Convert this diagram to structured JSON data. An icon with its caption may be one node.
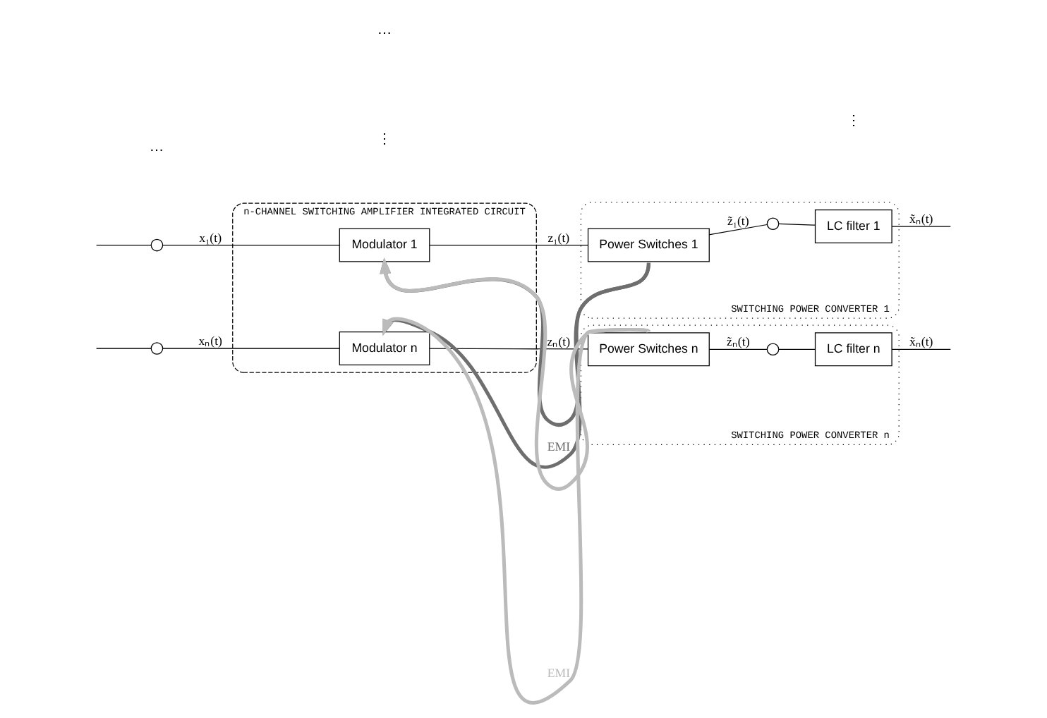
{
  "diagram": {
    "nodes": [
      {
        "text": [
          "n-CHANNEL SWITCHING AMPLIFIER INTEGRATED CIRCUIT"
        ]
      },
      {
        "text": [
          "SWITCHING POWER CONVERTER 1"
        ]
      },
      {
        "text": [
          "SWITCHING POWER CONVERTER n"
        ]
      },
      {
        "text": [],
        "shape": "circle"
      },
      {
        "text": [
          "Modulator 1"
        ],
        "in": 0
      },
      {
        "text": [
          "Power Switches 1"
        ],
        "in": 1
      },
      {
        "text": [],
        "shape": "circle",
        "in": 1
      },
      {
        "text": [
          "LC filter 1"
        ],
        "in": 1
      },
      {
        "text": [],
        "shape": "circle"
      },
      {
        "text": [
          "Modulator n"
        ],
        "in": 0
      },
      {
        "text": [
          "Power Switches n"
        ],
        "in": 2
      },
      {
        "text": [],
        "shape": "circle",
        "in": 2
      },
      {
        "text": [
          "LC filter n"
        ],
        "in": 2
      }
    ],
    "edges": [
      {
        "from": null,
        "to": 3,
        "arrow": "none"
      },
      {
        "from": 3,
        "to": 4,
        "arrow": "none",
        "label": "x₁(t)"
      },
      {
        "from": 4,
        "to": 5,
        "arrow": "none",
        "label": "z₁(t)"
      },
      {
        "from": 5,
        "to": 6,
        "arrow": "none",
        "label": "z̃₁(t)"
      },
      {
        "from": 6,
        "to": 7,
        "arrow": "none"
      },
      {
        "from": 7,
        "to": null,
        "arrow": "none",
        "label": "x̃ₙ(t)"
      },
      {
        "from": null,
        "to": 8,
        "arrow": "none"
      },
      {
        "from": 8,
        "to": 9,
        "arrow": "none",
        "label": "xₙ(t)"
      },
      {
        "from": 9,
        "to": 10,
        "arrow": "none",
        "label": "zₙ(t)"
      },
      {
        "from": 10,
        "to": 11,
        "arrow": "none",
        "label": "z̃ₙ(t)"
      },
      {
        "from": 11,
        "to": 12,
        "arrow": "none"
      },
      {
        "from": 12,
        "to": null,
        "arrow": "none",
        "label": "x̃ₙ(t)"
      },
      {
        "from": 5,
        "to": 4,
        "arrow": "to",
        "style": "thick",
        "color": "#6e6e6e"
      },
      {
        "from": 5,
        "to": 9,
        "arrow": "to",
        "style": "thick",
        "color": "#6e6e6e",
        "label": "EMI"
      },
      {
        "from": 10,
        "to": 4,
        "arrow": "to",
        "style": "thick",
        "color": "#bbbbbb"
      },
      {
        "from": 10,
        "to": 9,
        "arrow": "to",
        "style": "thick",
        "color": "#bbbbbb",
        "label": "EMI"
      }
    ],
    "labels": [
      "⋮",
      "⋯",
      "⋮",
      "⋯"
    ]
  }
}
